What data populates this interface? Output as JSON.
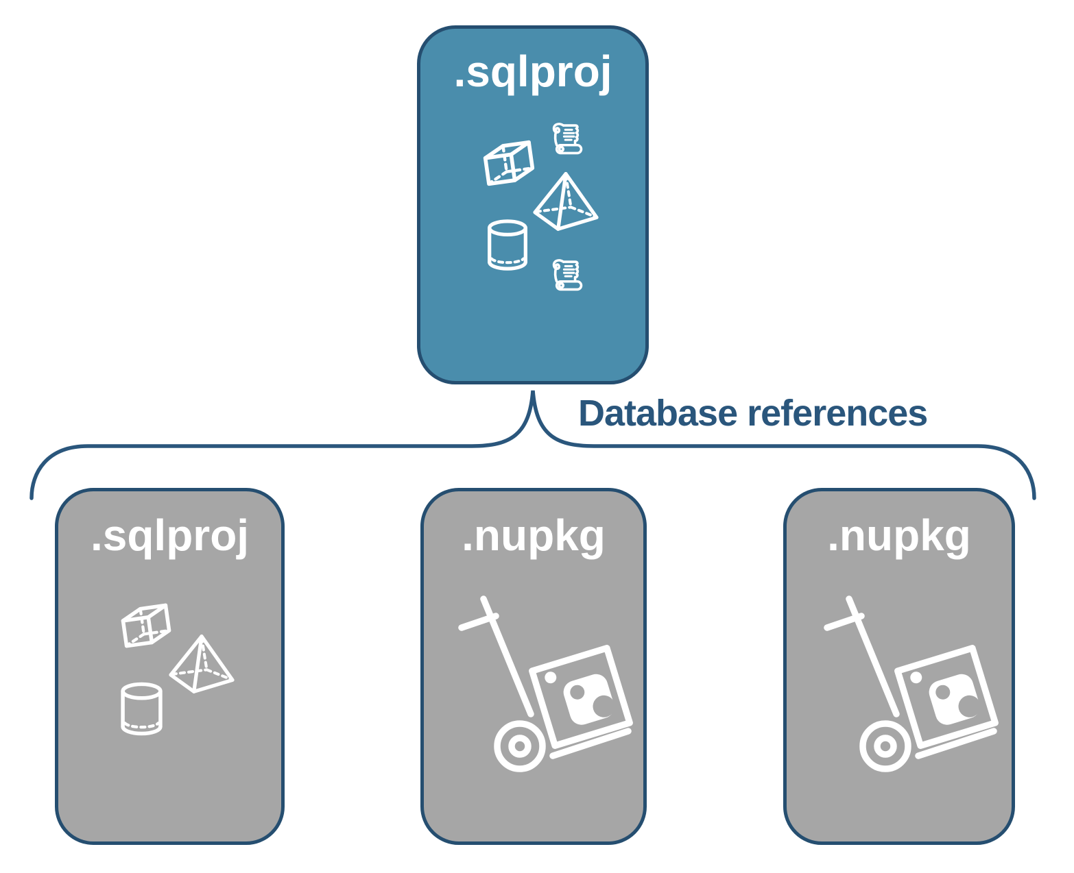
{
  "diagram": {
    "root": {
      "label": ".sqlproj",
      "icons": [
        "cube-icon",
        "scroll-icon",
        "pyramid-icon",
        "cylinder-icon",
        "scroll-icon"
      ],
      "fill_color": "#4a8dac"
    },
    "connector": {
      "label": "Database references",
      "line_color": "#2a567c"
    },
    "children": [
      {
        "label": ".sqlproj",
        "icons": [
          "cube-icon",
          "pyramid-icon",
          "cylinder-icon"
        ],
        "fill_color": "#a6a6a6"
      },
      {
        "label": ".nupkg",
        "icons": [
          "nuget-dolly-icon"
        ],
        "fill_color": "#a6a6a6"
      },
      {
        "label": ".nupkg",
        "icons": [
          "nuget-dolly-icon"
        ],
        "fill_color": "#a6a6a6"
      }
    ],
    "colors": {
      "node_border": "#254e70",
      "icon_stroke": "#ffffff",
      "title_text": "#ffffff",
      "background": "#ffffff"
    }
  }
}
